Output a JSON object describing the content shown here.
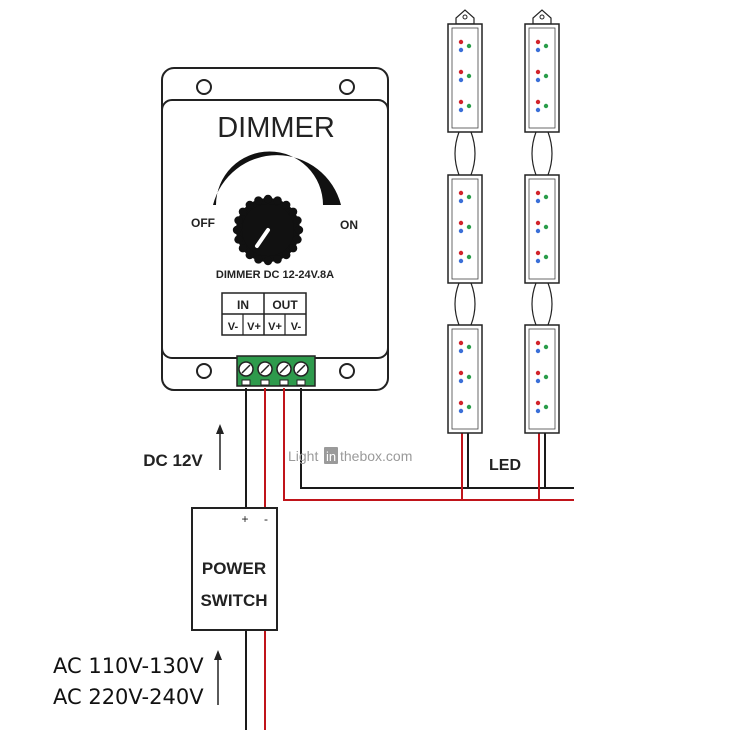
{
  "dimmer": {
    "title": "DIMMER",
    "off_label": "OFF",
    "on_label": "ON",
    "spec": "DIMMER  DC 12-24V.8A",
    "in_label": "IN",
    "out_label": "OUT",
    "terminals": [
      "V-",
      "V+",
      "V+",
      "V-"
    ]
  },
  "dc_label": "DC 12V",
  "watermark": {
    "prefix": "Light",
    "boxed": "in",
    "suffix": "thebox.com"
  },
  "led_label": "LED",
  "power_switch": {
    "plus": "+",
    "minus": "-",
    "line1": "POWER",
    "line2": "SWITCH"
  },
  "ac_lines": [
    "AC 110V-130V",
    "AC 220V-240V"
  ],
  "colors": {
    "wire_red": "#c0141a",
    "wire_black": "#1a1a1a",
    "terminal_green": "#2e9a4c",
    "led_red": "#d2232a",
    "led_green": "#2a9d4a",
    "led_blue": "#3a6fd8"
  }
}
